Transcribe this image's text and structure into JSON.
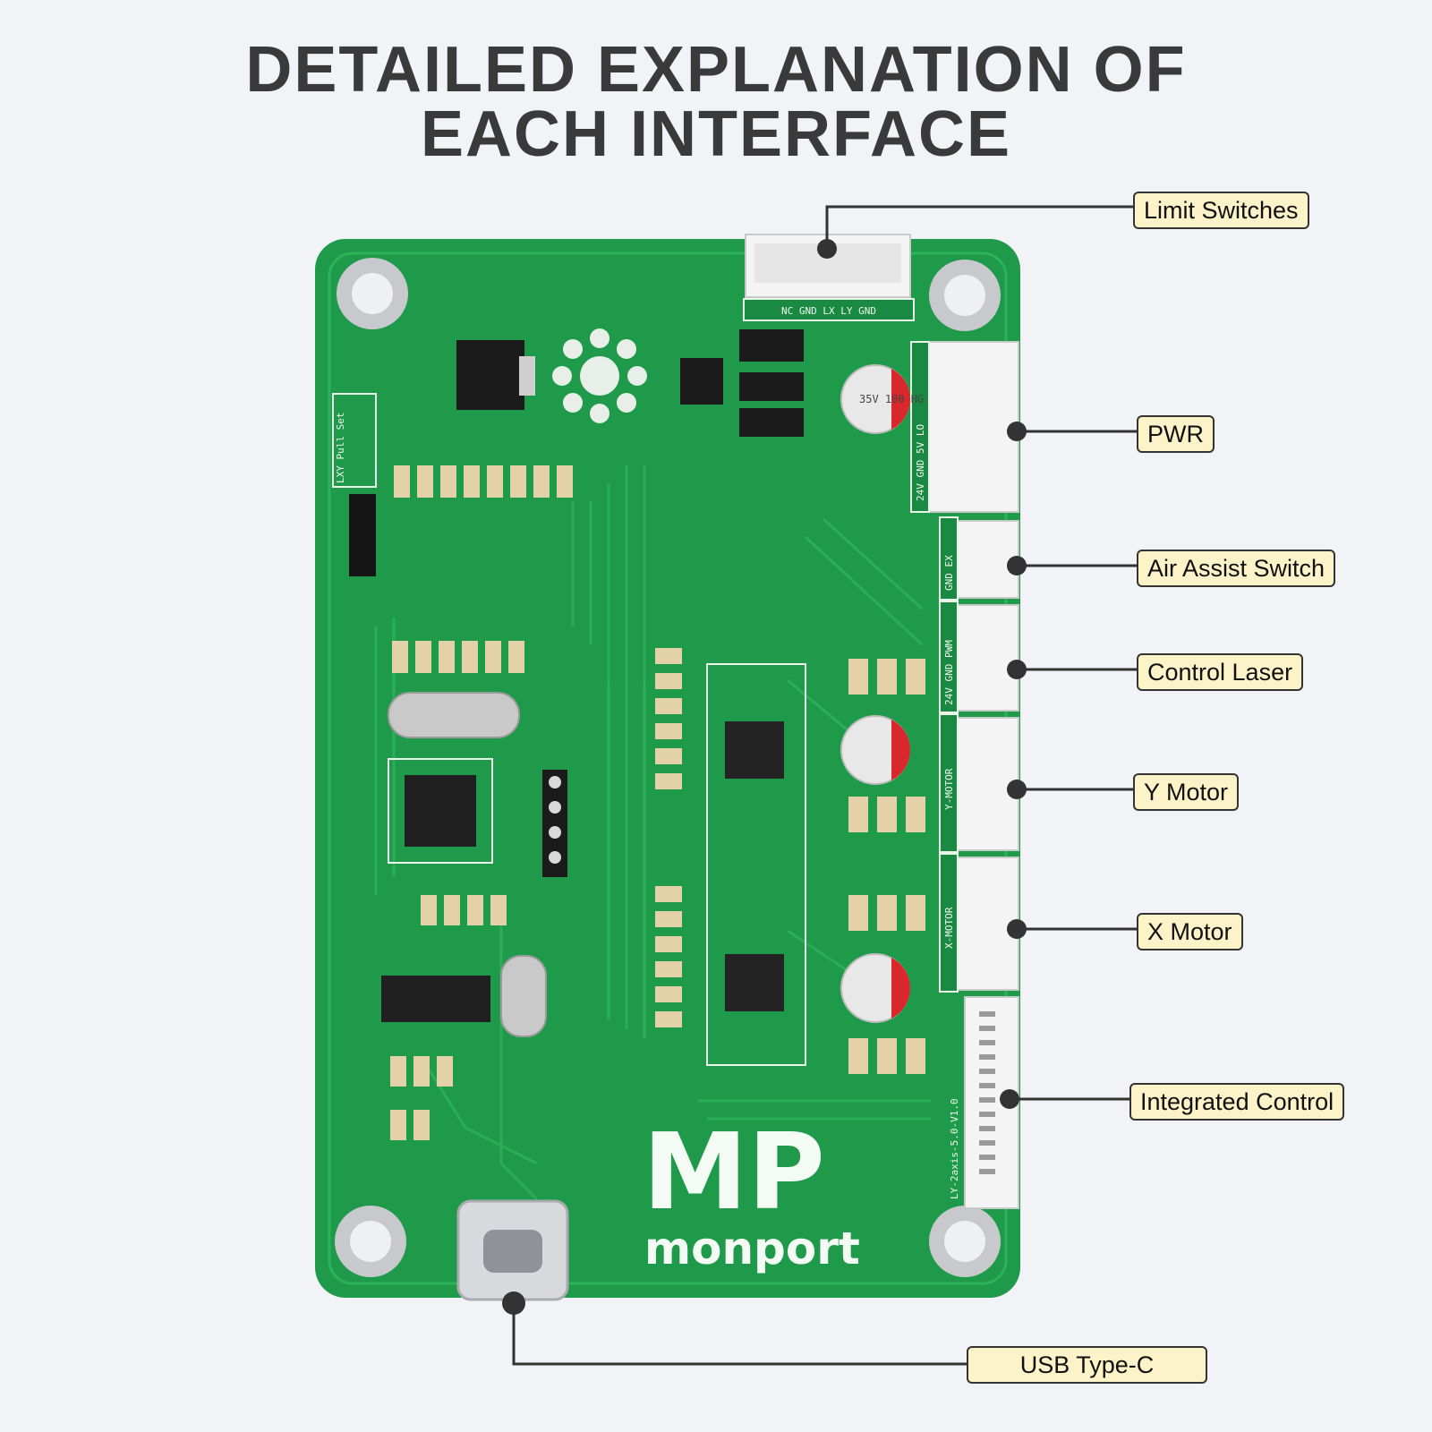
{
  "title": {
    "line1": "DETAILED EXPLANATION OF",
    "line2": "EACH INTERFACE"
  },
  "callouts": {
    "limit_switches": "Limit Switches",
    "pwr": "PWR",
    "air_assist": "Air Assist Switch",
    "control_laser": "Control Laser",
    "y_motor": "Y Motor",
    "x_motor": "X Motor",
    "integrated_control": "Integrated Control",
    "usb": "USB Type-C"
  },
  "board": {
    "brand_letters": "MP",
    "brand_name": "monport",
    "version": "LY-2axis-5.0-V1.0",
    "limit_pins": "NC GND LX LY GND",
    "pwr_pins": "24V GND 5V LO",
    "air_pins": "GND EX",
    "laser_pins": "24V GND PWM",
    "y_motor_label": "Y-MOTOR",
    "x_motor_label": "X-MOTOR",
    "pull_label": "LXY Pull Set",
    "cap_text": "35V 100 HG"
  },
  "colors": {
    "pcb": "#1f9a4a",
    "callout_bg": "#fdf3c9",
    "title": "#3a3a3a"
  }
}
